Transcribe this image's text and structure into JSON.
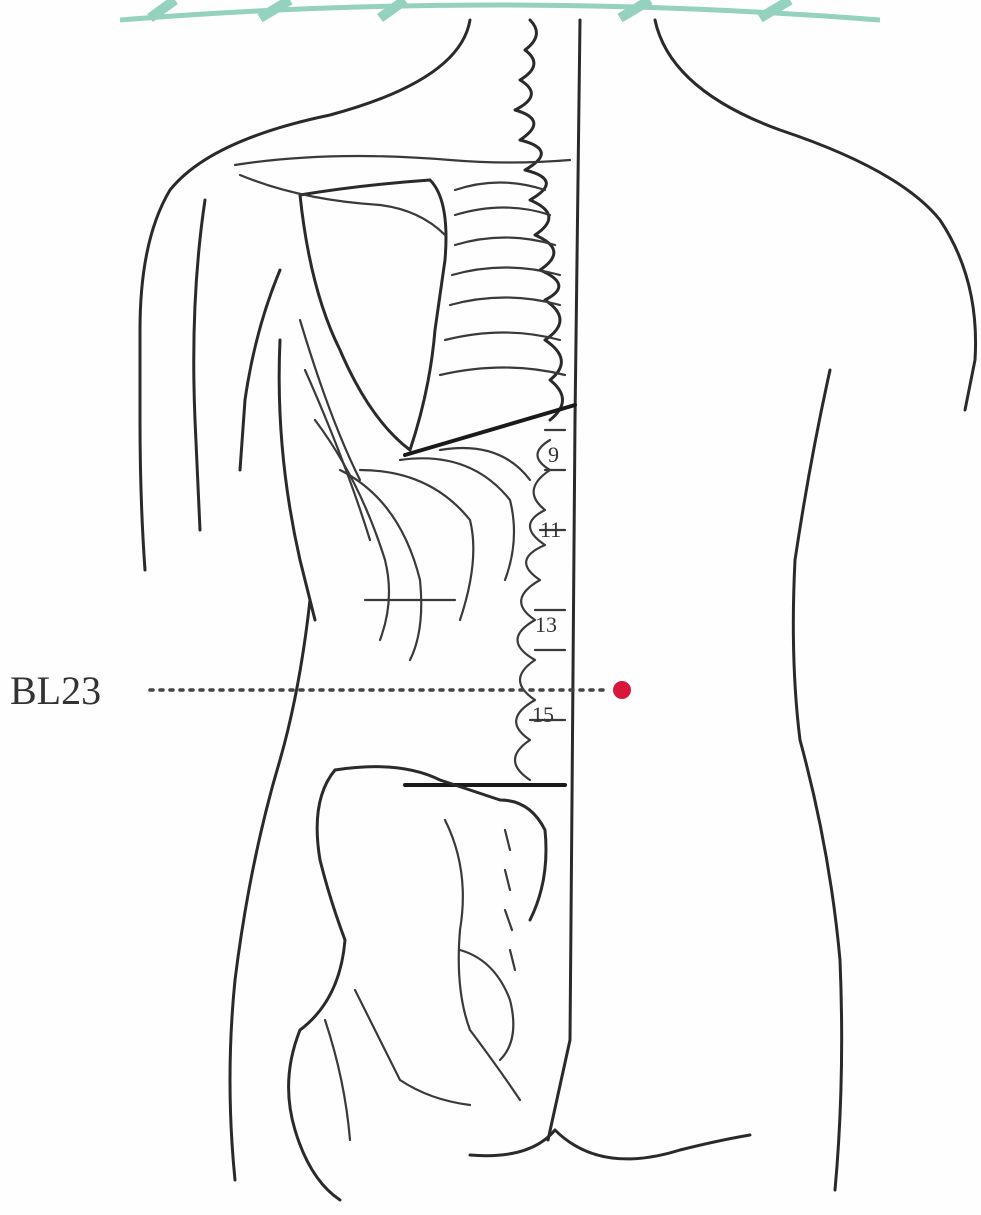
{
  "figure": {
    "point_label": "BL23",
    "vertebra_labels": [
      "9",
      "11",
      "13",
      "15"
    ],
    "point_color": "#d8183a",
    "watermark_color": "#3fae8a"
  }
}
